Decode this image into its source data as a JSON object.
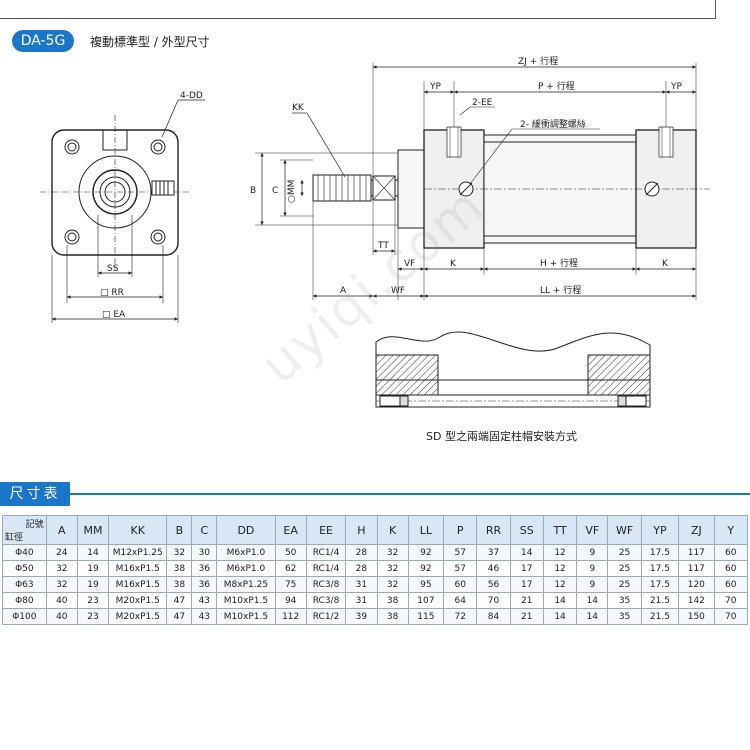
{
  "header": {
    "badge": "DA-5G",
    "subtitle": "複動標準型 / 外型尺寸"
  },
  "drawing": {
    "labels": {
      "dd": "4-DD",
      "ss": "SS",
      "rr": "□ RR",
      "ea": "□ EA",
      "kk": "KK",
      "b": "B",
      "c": "C",
      "mm": "○MM",
      "tt": "TT",
      "vf": "VF",
      "a": "A",
      "wf": "WF",
      "k_left": "K",
      "k_right": "K",
      "h": "H + 行程",
      "ll": "LL + 行程",
      "zj": "ZJ + 行程",
      "p": "P + 行程",
      "yp_left": "YP",
      "yp_right": "YP",
      "ee": "2-EE",
      "cushion": "2- 緩衝調整螺絲"
    },
    "caption": "SD 型之兩端固定柱帽安裝方式",
    "watermark": "uyiqi.com"
  },
  "section": {
    "title": "尺寸表"
  },
  "table": {
    "corner_top": "記號",
    "corner_bottom": "缸徑",
    "columns": [
      "A",
      "MM",
      "KK",
      "B",
      "C",
      "DD",
      "EA",
      "EE",
      "H",
      "K",
      "LL",
      "P",
      "RR",
      "SS",
      "TT",
      "VF",
      "WF",
      "YP",
      "ZJ",
      "Y"
    ],
    "rows": [
      [
        "Φ40",
        "24",
        "14",
        "M12xP1.25",
        "32",
        "30",
        "M6xP1.0",
        "50",
        "RC1/4",
        "28",
        "32",
        "92",
        "57",
        "37",
        "14",
        "12",
        "9",
        "25",
        "17.5",
        "117",
        "60"
      ],
      [
        "Φ50",
        "32",
        "19",
        "M16xP1.5",
        "38",
        "36",
        "M6xP1.0",
        "62",
        "RC1/4",
        "28",
        "32",
        "92",
        "57",
        "46",
        "17",
        "12",
        "9",
        "25",
        "17.5",
        "117",
        "60"
      ],
      [
        "Φ63",
        "32",
        "19",
        "M16xP1.5",
        "38",
        "36",
        "M8xP1.25",
        "75",
        "RC3/8",
        "31",
        "32",
        "95",
        "60",
        "56",
        "17",
        "12",
        "9",
        "25",
        "17.5",
        "120",
        "60"
      ],
      [
        "Φ80",
        "40",
        "23",
        "M20xP1.5",
        "47",
        "43",
        "M10xP1.5",
        "94",
        "RC3/8",
        "31",
        "38",
        "107",
        "64",
        "70",
        "21",
        "14",
        "14",
        "35",
        "21.5",
        "142",
        "70"
      ],
      [
        "Φ100",
        "40",
        "23",
        "M20xP1.5",
        "47",
        "43",
        "M10xP1.5",
        "112",
        "RC1/2",
        "39",
        "38",
        "115",
        "72",
        "84",
        "21",
        "14",
        "14",
        "35",
        "21.5",
        "150",
        "70"
      ]
    ]
  }
}
